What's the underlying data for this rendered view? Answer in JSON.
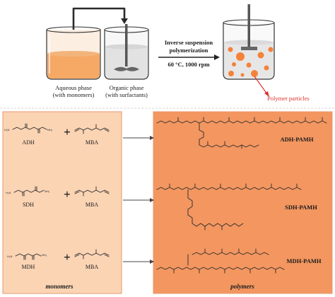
{
  "process": {
    "aqueous_label_line1": "Aqueous phase",
    "aqueous_label_line2": "(with monomers)",
    "organic_label_line1": "Organic phase",
    "organic_label_line2": "(with surfactants)",
    "step_line1": "Inverse suspension",
    "step_line2": "polymerization",
    "conditions": "60 °C, 1000 rpm",
    "product_label": "Polymer particles"
  },
  "reactions": [
    {
      "monomer_a": "ADH",
      "plus": "+",
      "monomer_b": "MBA",
      "polymer": "ADH-PAMH"
    },
    {
      "monomer_a": "SDH",
      "plus": "+",
      "monomer_b": "MBA",
      "polymer": "SDH-PAMH"
    },
    {
      "monomer_a": "MDH",
      "plus": "+",
      "monomer_b": "MBA",
      "polymer": "MDH-PAMH"
    }
  ],
  "footer": {
    "monomers_label": "monomers",
    "polymers_label": "polymers"
  },
  "colors": {
    "aqueous_liquid": "#f6a865",
    "organic_liquid": "#e2e2e2",
    "particle": "#f4823a",
    "red_label": "#e0312c",
    "left_panel": "#fbd4b4",
    "right_panel": "#f39660",
    "panel_border": "#e79a6e"
  }
}
